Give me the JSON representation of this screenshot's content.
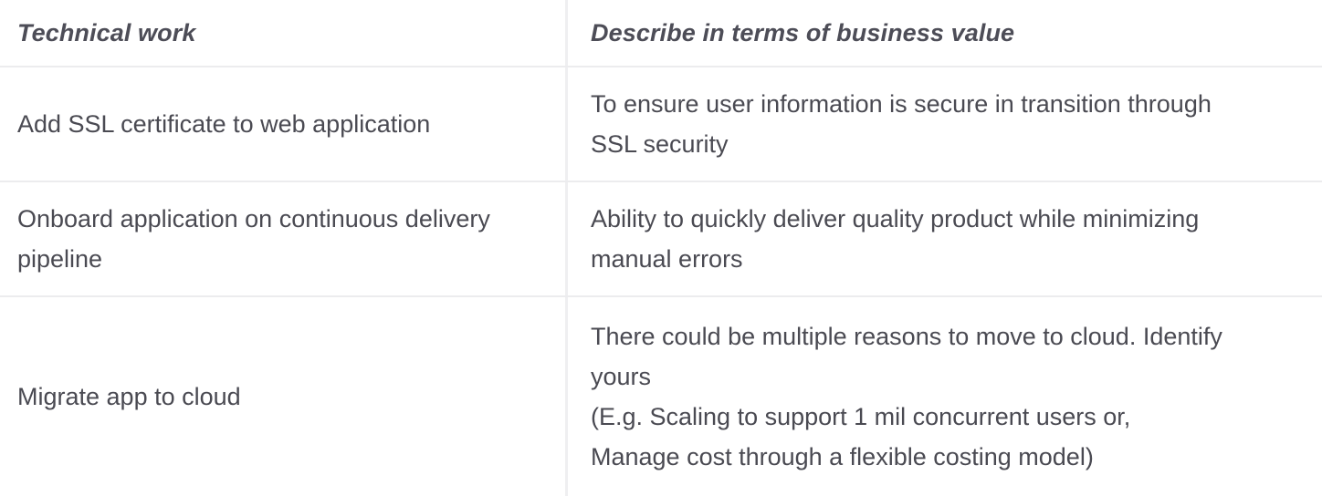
{
  "table": {
    "headers": {
      "technical": "Technical work",
      "business": "Describe in terms of business value"
    },
    "rows": [
      {
        "technical": "Add SSL certificate to web application",
        "business": [
          "To ensure user information is secure in transition through",
          "SSL security"
        ]
      },
      {
        "technical": [
          "Onboard application on continuous delivery",
          "pipeline"
        ],
        "business": [
          "Ability to quickly deliver quality product while minimizing",
          "manual errors"
        ]
      },
      {
        "technical": "Migrate app to cloud",
        "business": [
          "There could be multiple reasons to move to cloud. Identify",
          "yours",
          "(E.g. Scaling to support 1 mil concurrent users or,",
          "Manage cost through a flexible costing model)"
        ]
      }
    ]
  }
}
